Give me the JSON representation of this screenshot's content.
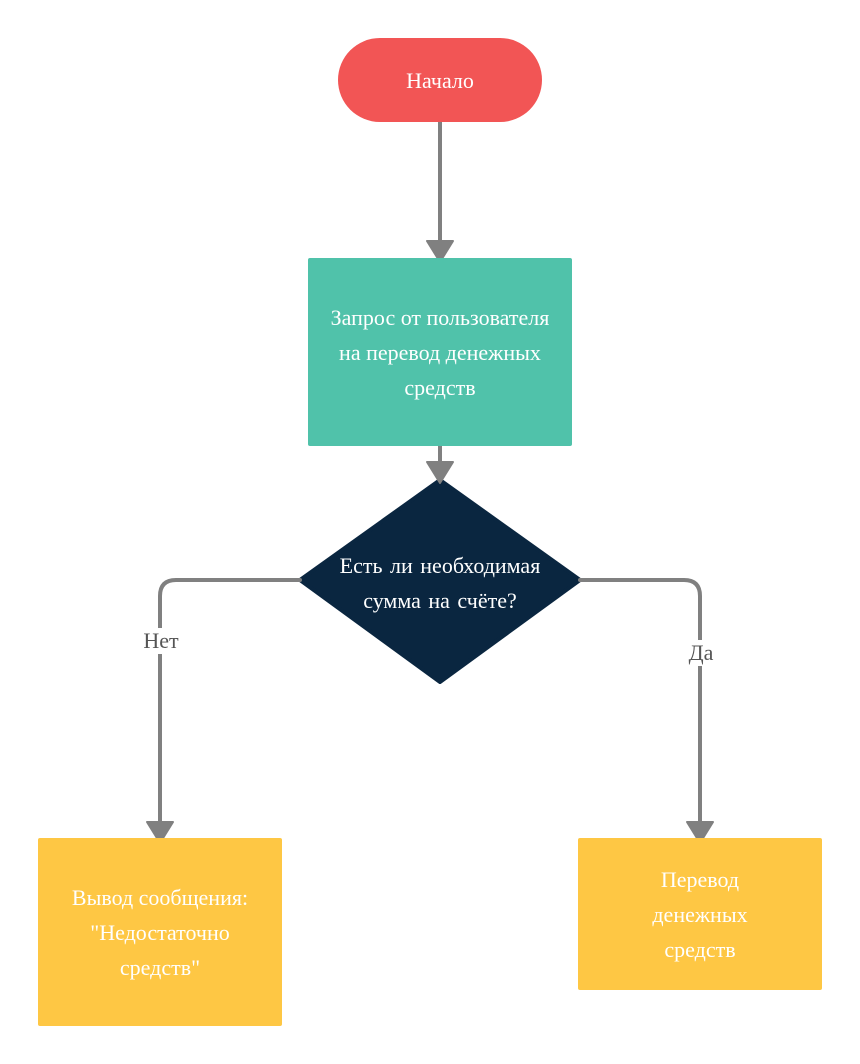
{
  "flowchart": {
    "start": {
      "label": "Начало"
    },
    "request": {
      "label": "Запрос от пользователя на перевод денежных средств"
    },
    "decision": {
      "label": "Есть ли необходимая сумма на счёте?"
    },
    "branch_no": {
      "label": "Нет"
    },
    "branch_yes": {
      "label": "Да"
    },
    "error_output": {
      "label": "Вывод сообщения: \"Недостаточно средств\""
    },
    "transfer": {
      "label": "Перевод денежных средств"
    }
  },
  "colors": {
    "start": "#f25555",
    "process": "#50c2aa",
    "decision": "#0a2640",
    "output": "#fec744",
    "connector": "#808080"
  }
}
